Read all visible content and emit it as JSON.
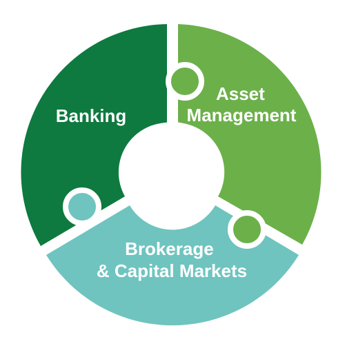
{
  "diagram": {
    "segments": [
      {
        "id": "banking",
        "label_lines": [
          "Banking"
        ],
        "color": "#0e7a3f"
      },
      {
        "id": "asset-management",
        "label_lines": [
          "Asset",
          "Management"
        ],
        "color": "#6cb04a"
      },
      {
        "id": "brokerage",
        "label_lines": [
          "Brokerage",
          "& Capital Markets"
        ],
        "color": "#6fc4bf"
      }
    ],
    "center_color": "#ffffff",
    "gap_color": "#ffffff"
  }
}
